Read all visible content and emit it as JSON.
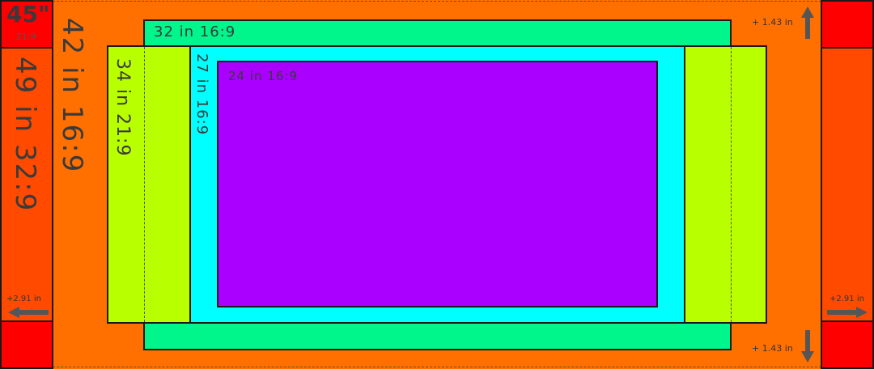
{
  "colors": {
    "background": "#ff7000",
    "screen_49_32x9": "#ff4a00",
    "bar_45_21x9": "#ff0000",
    "screen_32_16x9": "#00f58a",
    "screen_34_21x9": "#b8ff00",
    "screen_27_16x9": "#00ffff",
    "screen_24_16x9": "#aa00ff",
    "arrow": "#555555"
  },
  "labels": {
    "size_45": "45\"",
    "ratio_45": "21:9",
    "screen_49": "49 in 32:9",
    "screen_42": "42 in 16:9",
    "screen_34": "34 in 21:9",
    "screen_32": "32 in 16:9",
    "screen_27": "27 in 16:9",
    "screen_24": "24 in 16:9"
  },
  "annotations": {
    "top_right": "+ 1.43 in",
    "bottom_right": "+ 1.43 in",
    "left_side": "+2.91 in",
    "right_side": "+2.91 in"
  }
}
